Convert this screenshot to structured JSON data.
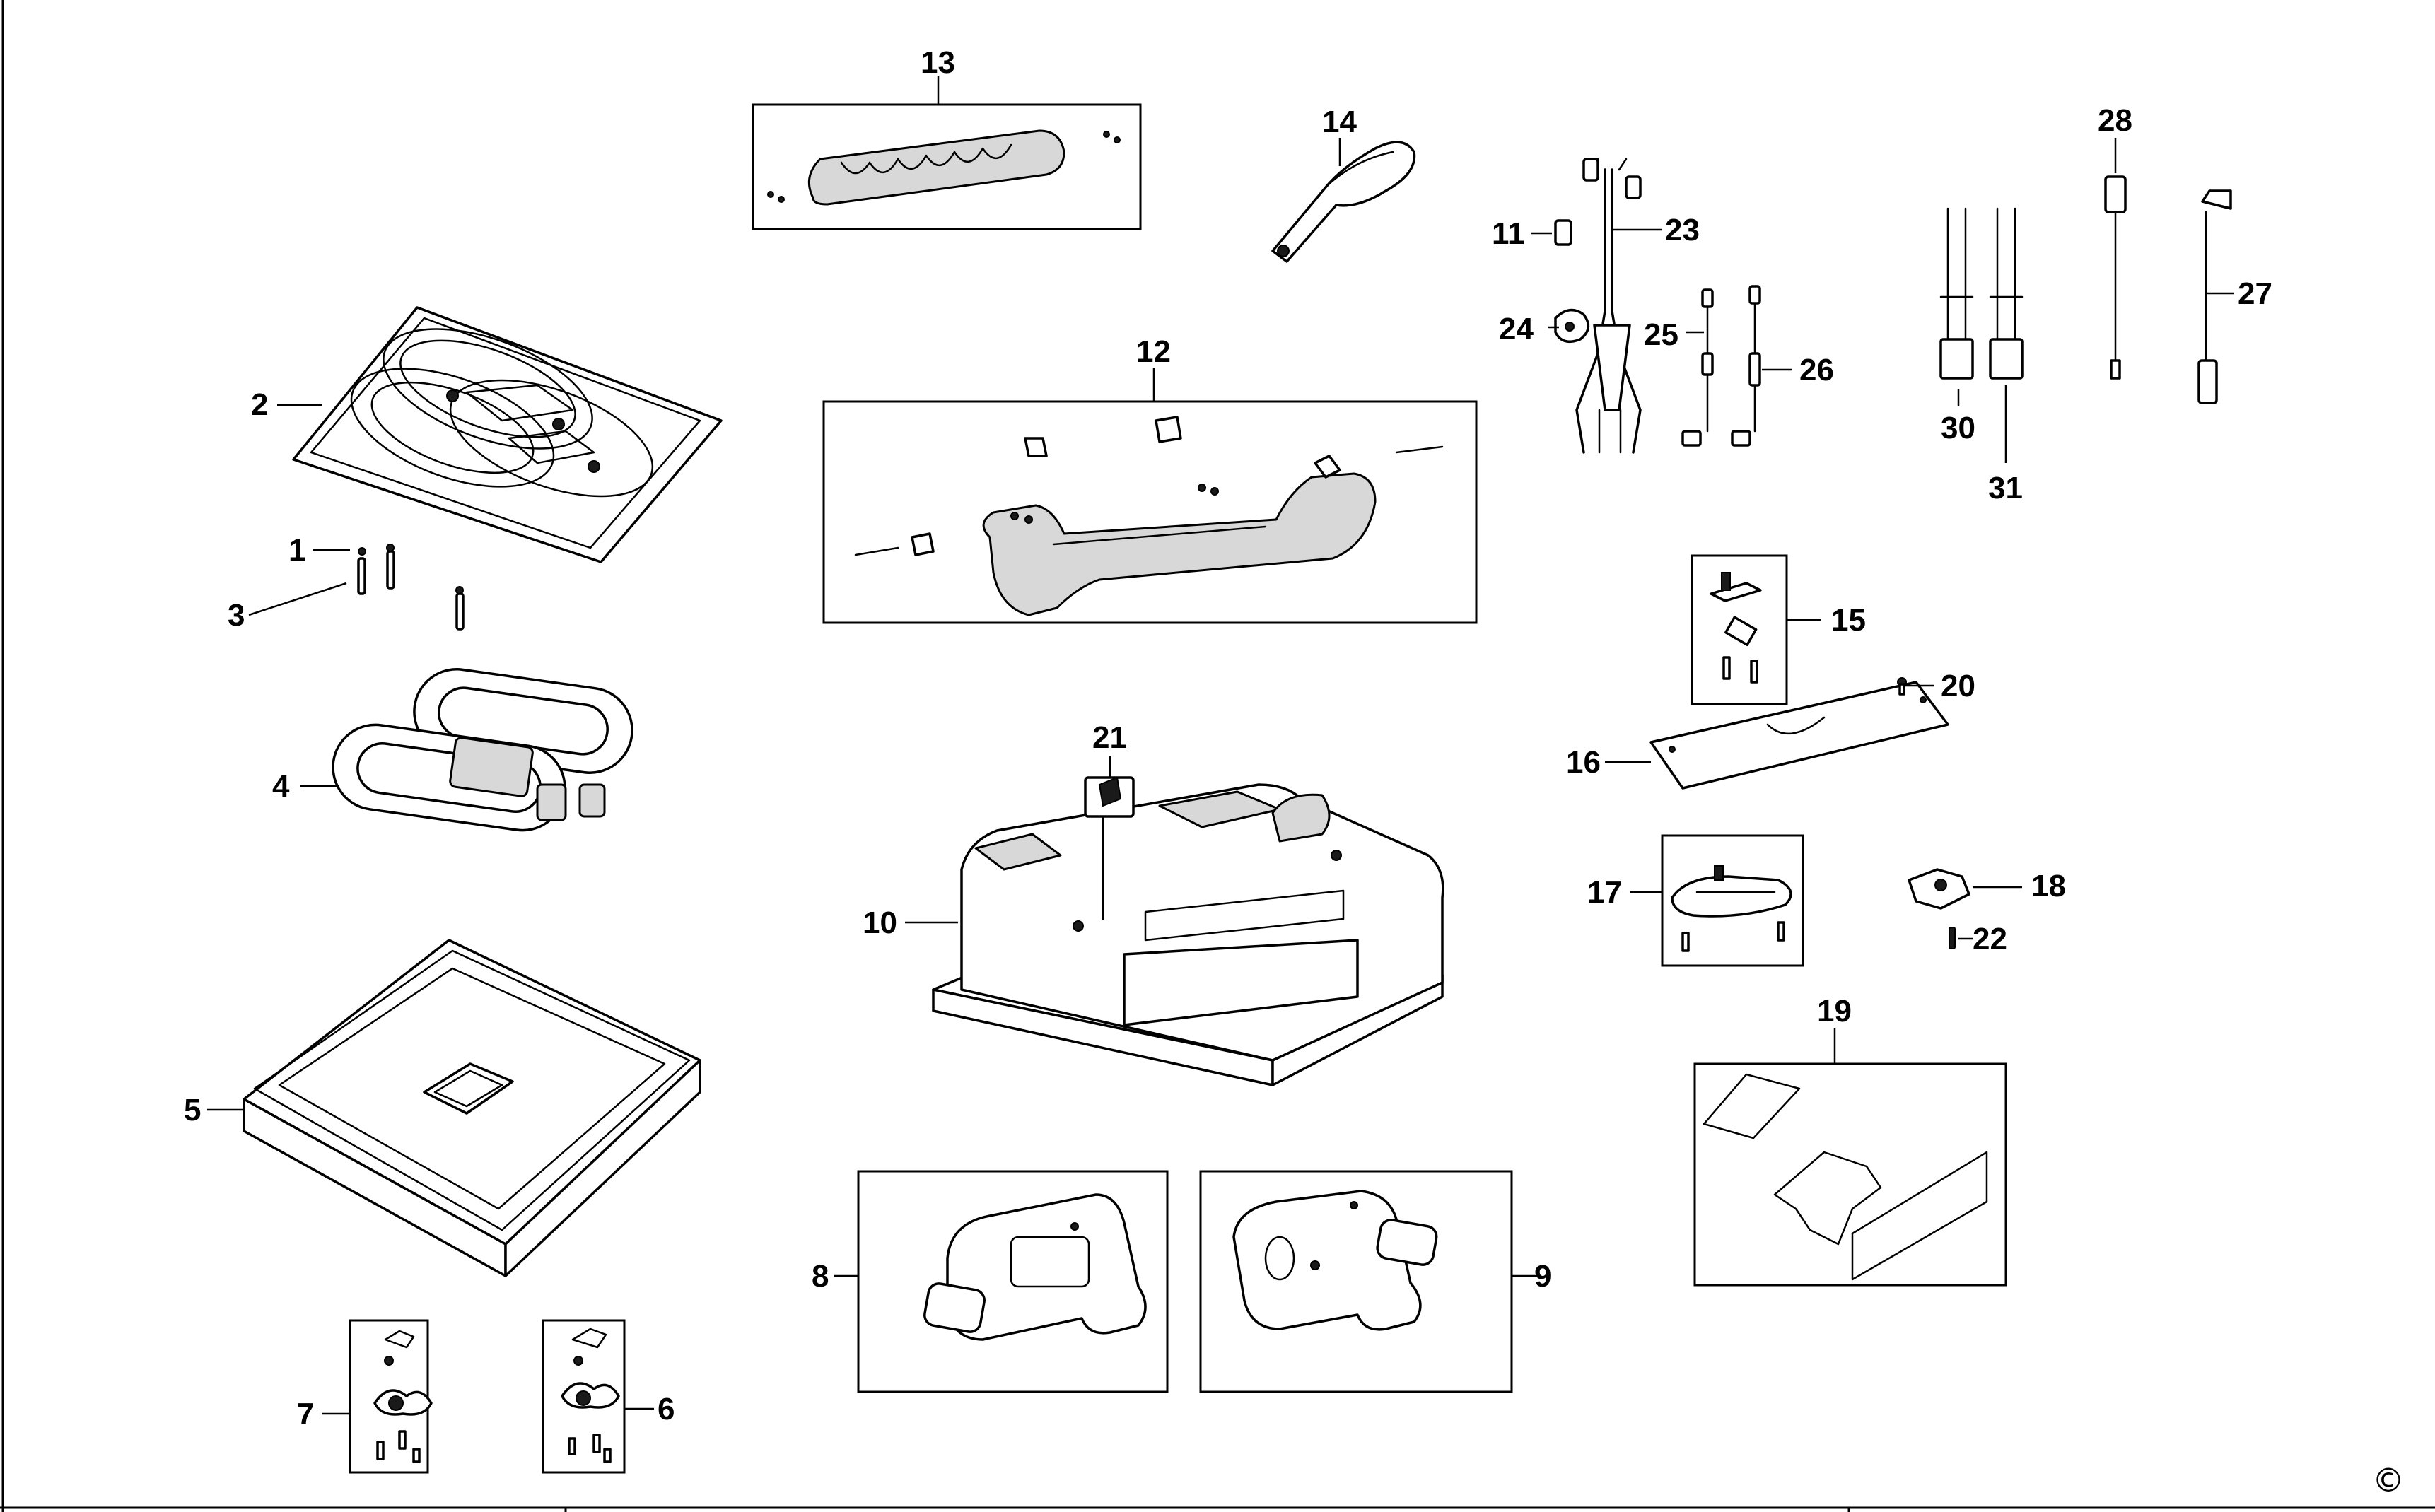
{
  "parts": {
    "p1": "1",
    "p2": "2",
    "p3": "3",
    "p4": "4",
    "p5": "5",
    "p6": "6",
    "p7": "7",
    "p8": "8",
    "p9": "9",
    "p10": "10",
    "p11": "11",
    "p12": "12",
    "p13": "13",
    "p14": "14",
    "p15": "15",
    "p16": "16",
    "p17": "17",
    "p18": "18",
    "p19": "19",
    "p20": "20",
    "p21": "21",
    "p22": "22",
    "p23": "23",
    "p24": "24",
    "p25": "25",
    "p26": "26",
    "p27": "27",
    "p28": "28",
    "p30": "30",
    "p31": "31"
  },
  "copyright_symbol": "©"
}
